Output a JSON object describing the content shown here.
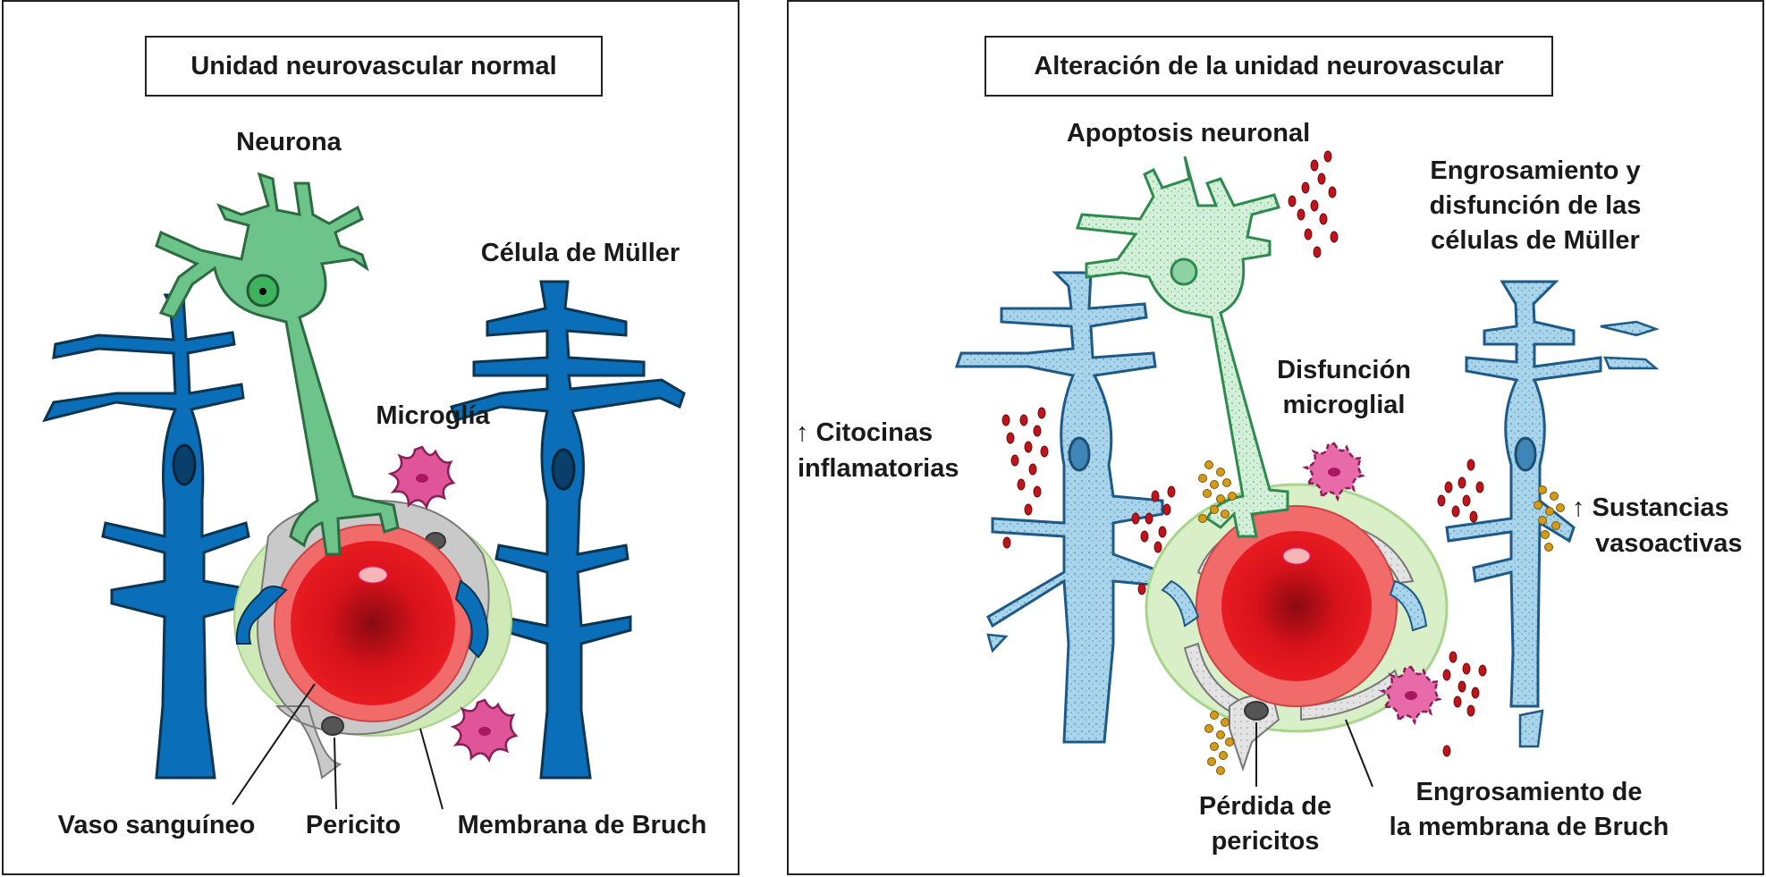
{
  "left_panel": {
    "title": "Unidad neurovascular normal",
    "labels": {
      "neurona": "Neurona",
      "celula_muller": "Célula de Müller",
      "microglia": "Microglía",
      "vaso": "Vaso sanguíneo",
      "pericito": "Pericito",
      "membrana": "Membrana de Bruch"
    }
  },
  "right_panel": {
    "title": "Alteración de la unidad neurovascular",
    "labels": {
      "apoptosis": "Apoptosis neuronal",
      "engrosamiento_muller_1": "Engrosamiento y",
      "engrosamiento_muller_2": "disfunción de las",
      "engrosamiento_muller_3": "células de Müller",
      "disfuncion_1": "Disfunción",
      "disfuncion_2": "microglial",
      "citocinas_1": "↑ Citocinas",
      "citocinas_2": "inflamatorias",
      "sustancias_1": "↑ Sustancias",
      "sustancias_2": "vasoactivas",
      "perdida_1": "Pérdida de",
      "perdida_2": "pericitos",
      "engrosamiento_bruch_1": "Engrosamiento de",
      "engrosamiento_bruch_2": "la membrana de Bruch"
    }
  },
  "colors": {
    "muller_normal": "#0a6fb8",
    "muller_damaged": "#a9d4ea",
    "neuron": "#6cc48a",
    "neuron_damaged": "#c9ecd0",
    "microglia": "#e0559a",
    "vessel_outer": "#f26b6b",
    "vessel_inner": "#d8121b",
    "membrane": "#cfeab7",
    "pericyte": "#c9c9c9",
    "cytokine": "#c0141c",
    "vasoactive": "#d49b1a"
  }
}
